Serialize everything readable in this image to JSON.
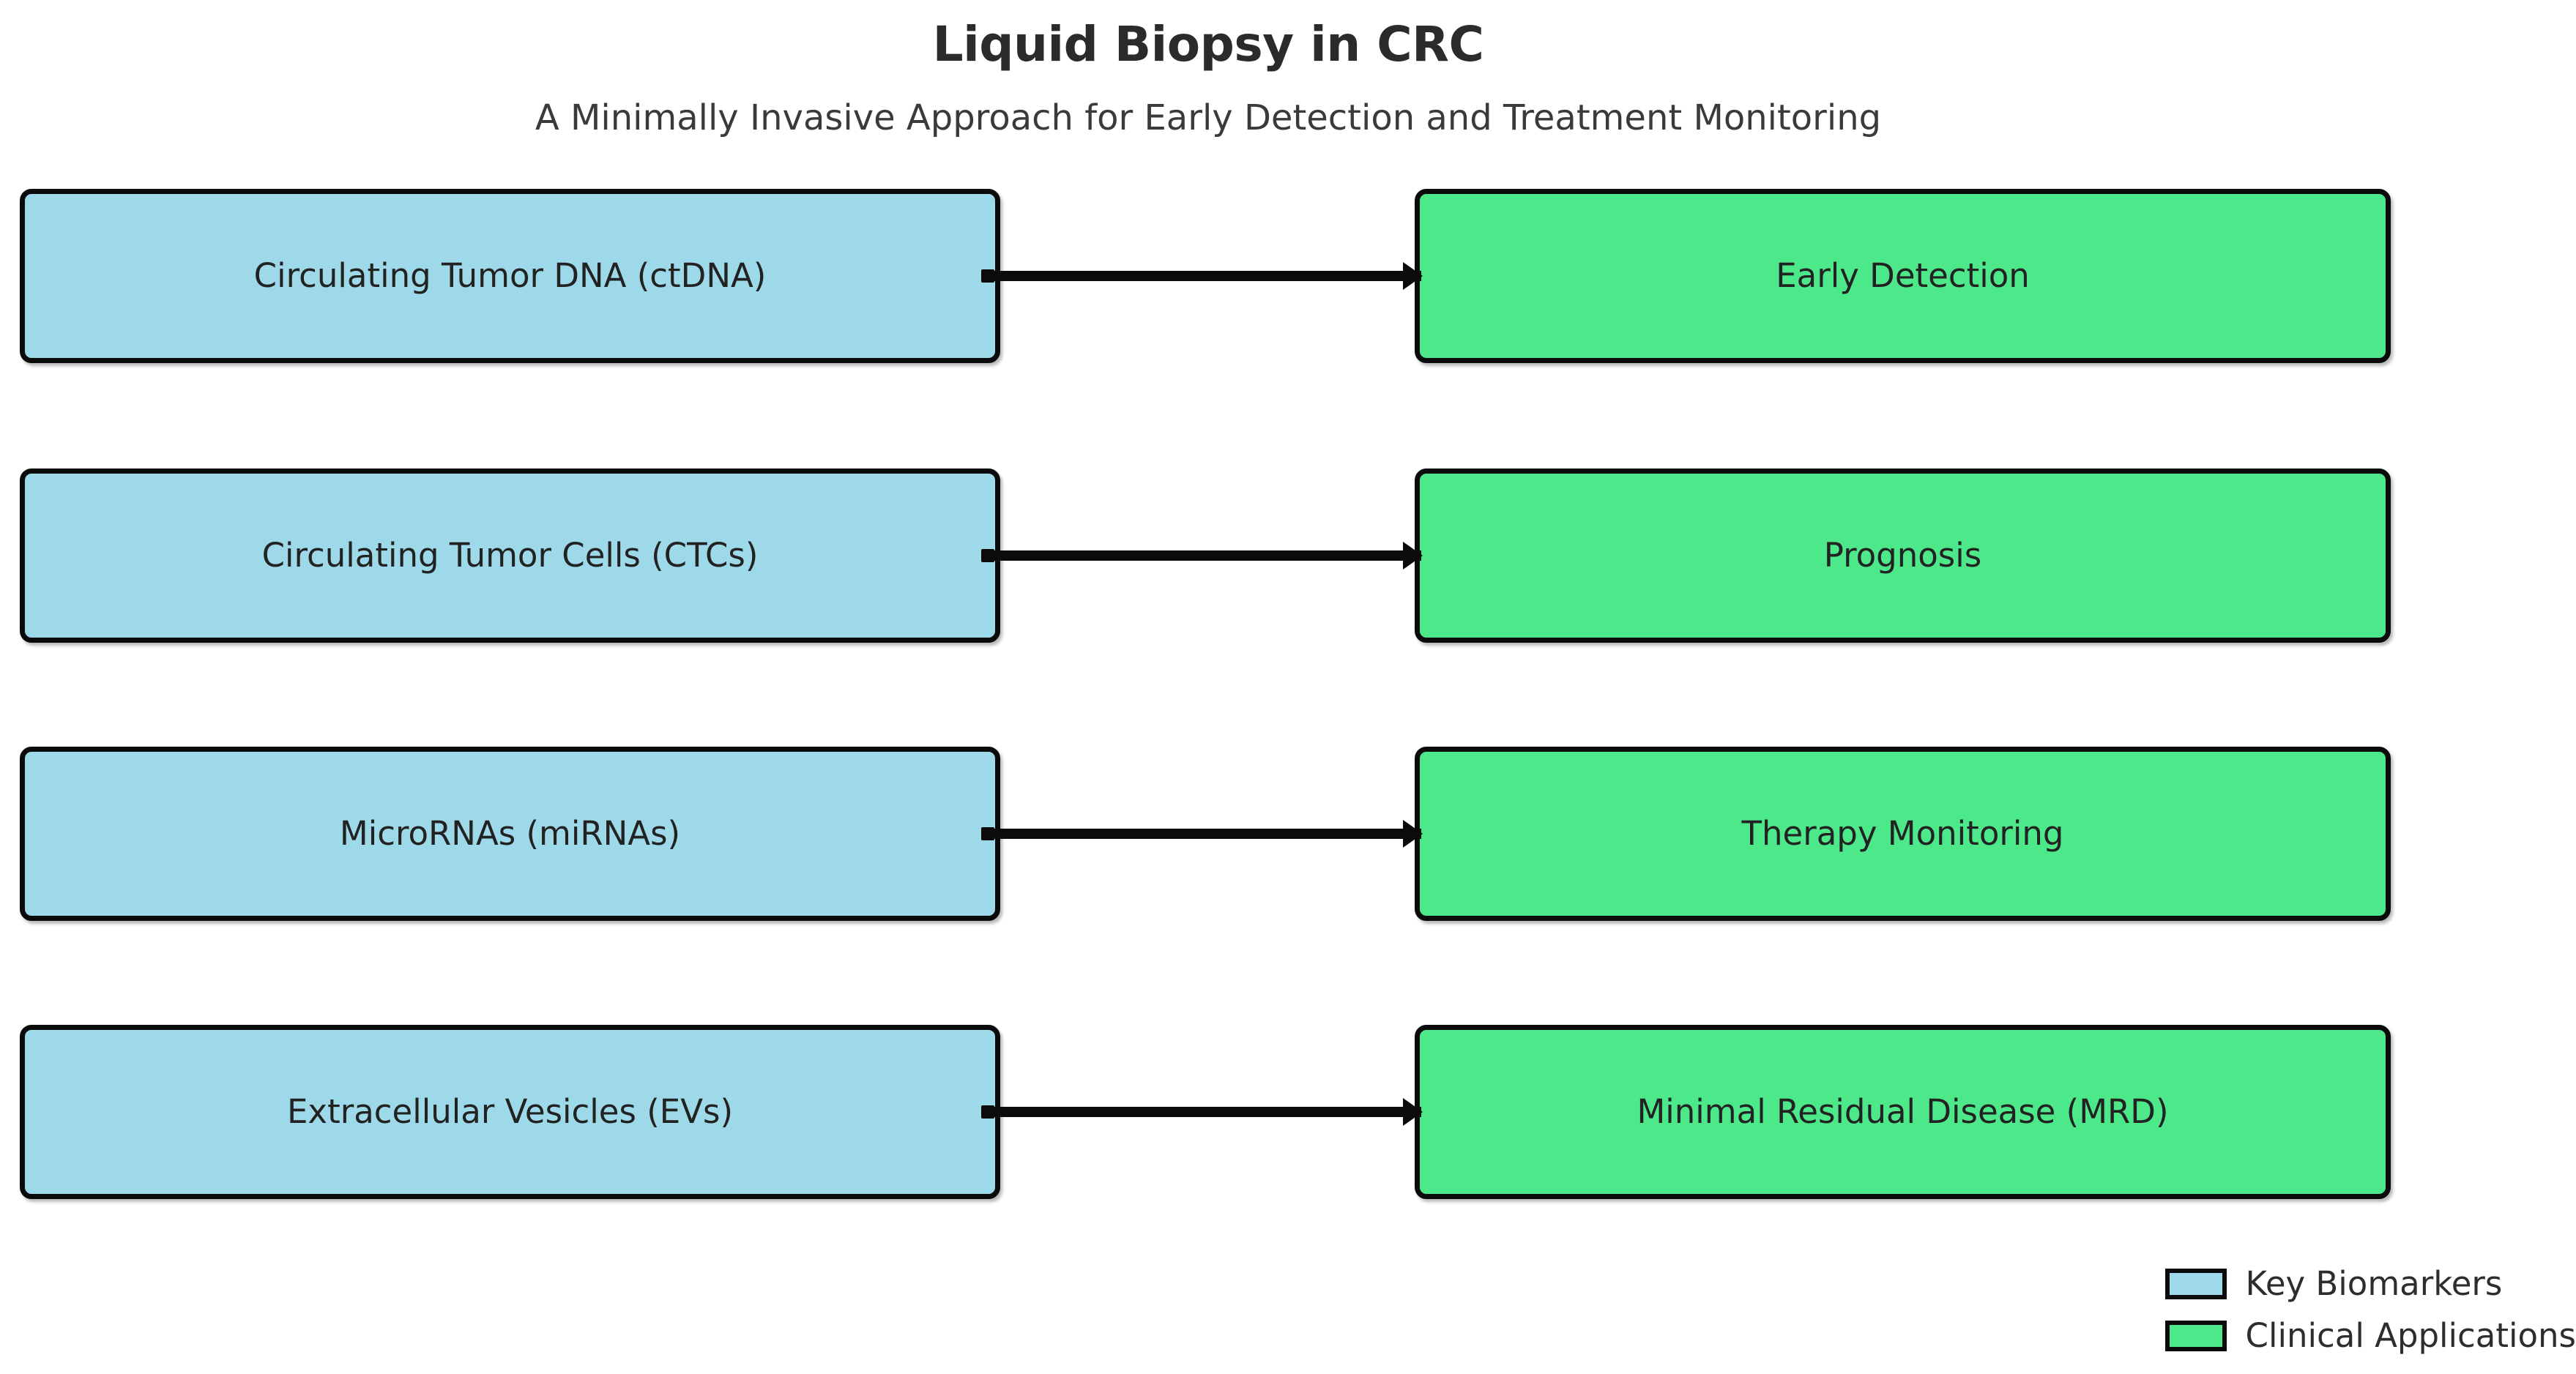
{
  "header": {
    "title": "Liquid Biopsy in CRC",
    "subtitle": "A Minimally Invasive Approach for Early Detection and Treatment Monitoring"
  },
  "colors": {
    "biomarker_fill": "#9DD9E8",
    "application_fill": "#4DE88A",
    "stroke": "#0b0b0b",
    "background": "#ffffff",
    "text": "#222222"
  },
  "chart_data": {
    "type": "diagram",
    "title": "Liquid Biopsy in CRC",
    "subtitle": "A Minimally Invasive Approach for Early Detection and Treatment Monitoring",
    "layout": "two-column flow, left-to-right arrows",
    "categories": [
      "Key Biomarkers",
      "Clinical Applications"
    ],
    "nodes": [
      {
        "id": "ctdna",
        "label": "Circulating Tumor DNA (ctDNA)",
        "group": "Key Biomarkers",
        "column": "left",
        "row": 0
      },
      {
        "id": "ctc",
        "label": "Circulating Tumor Cells (CTCs)",
        "group": "Key Biomarkers",
        "column": "left",
        "row": 1
      },
      {
        "id": "mirna",
        "label": "MicroRNAs (miRNAs)",
        "group": "Key Biomarkers",
        "column": "left",
        "row": 2
      },
      {
        "id": "ev",
        "label": "Extracellular Vesicles (EVs)",
        "group": "Key Biomarkers",
        "column": "left",
        "row": 3
      },
      {
        "id": "early",
        "label": "Early Detection",
        "group": "Clinical Applications",
        "column": "right",
        "row": 0
      },
      {
        "id": "prog",
        "label": "Prognosis",
        "group": "Clinical Applications",
        "column": "right",
        "row": 1
      },
      {
        "id": "ther",
        "label": "Therapy Monitoring",
        "group": "Clinical Applications",
        "column": "right",
        "row": 2
      },
      {
        "id": "mrd",
        "label": "Minimal Residual Disease (MRD)",
        "group": "Clinical Applications",
        "column": "right",
        "row": 3
      }
    ],
    "edges": [
      {
        "from": "ctdna",
        "to": "early",
        "style": "solid-arrow"
      },
      {
        "from": "ctc",
        "to": "prog",
        "style": "solid-arrow"
      },
      {
        "from": "mirna",
        "to": "ther",
        "style": "solid-arrow"
      },
      {
        "from": "ev",
        "to": "mrd",
        "style": "solid-arrow"
      }
    ]
  },
  "biomarkers": [
    {
      "label": "Circulating Tumor DNA (ctDNA)"
    },
    {
      "label": "Circulating Tumor Cells (CTCs)"
    },
    {
      "label": "MicroRNAs (miRNAs)"
    },
    {
      "label": "Extracellular Vesicles (EVs)"
    }
  ],
  "applications": [
    {
      "label": "Early Detection"
    },
    {
      "label": "Prognosis"
    },
    {
      "label": "Therapy Monitoring"
    },
    {
      "label": "Minimal Residual Disease (MRD)"
    }
  ],
  "legend": {
    "items": [
      {
        "label": "Key Biomarkers",
        "color": "#9DD9E8"
      },
      {
        "label": "Clinical Applications",
        "color": "#4DE88A"
      }
    ]
  }
}
